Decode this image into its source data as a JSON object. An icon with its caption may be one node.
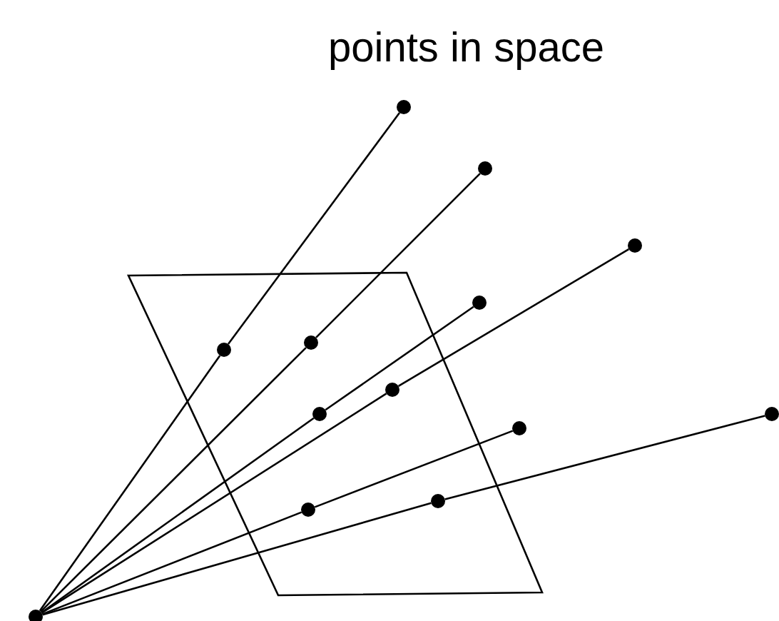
{
  "diagram": {
    "title": "points in space",
    "nodes": [
      {
        "text": [],
        "shape": "circle"
      },
      {
        "text": [],
        "shape": "circle"
      },
      {
        "text": [],
        "shape": "circle"
      },
      {
        "text": [],
        "shape": "circle"
      },
      {
        "text": [],
        "shape": "circle"
      },
      {
        "text": [],
        "shape": "circle"
      },
      {
        "text": [],
        "shape": "box"
      },
      {
        "text": [],
        "shape": "circle",
        "in": 6
      },
      {
        "text": [],
        "shape": "circle",
        "in": 6
      },
      {
        "text": [],
        "shape": "circle",
        "in": 6
      },
      {
        "text": [],
        "shape": "circle",
        "in": 6
      },
      {
        "text": [],
        "shape": "circle",
        "in": 6
      },
      {
        "text": [],
        "shape": "circle",
        "in": 6
      },
      {
        "text": [],
        "shape": "circle"
      }
    ],
    "edges": [
      {
        "from": 13,
        "to": 8,
        "arrow": "none"
      },
      {
        "from": 8,
        "to": 0,
        "arrow": "none"
      },
      {
        "from": 13,
        "to": 7,
        "arrow": "none"
      },
      {
        "from": 7,
        "to": 1,
        "arrow": "none"
      },
      {
        "from": 13,
        "to": 9,
        "arrow": "none"
      },
      {
        "from": 9,
        "to": 2,
        "arrow": "none"
      },
      {
        "from": 13,
        "to": 10,
        "arrow": "none"
      },
      {
        "from": 10,
        "to": 3,
        "arrow": "none"
      },
      {
        "from": 13,
        "to": 11,
        "arrow": "none"
      },
      {
        "from": 11,
        "to": 4,
        "arrow": "none"
      },
      {
        "from": 13,
        "to": 12,
        "arrow": "none"
      },
      {
        "from": 12,
        "to": 5,
        "arrow": "none"
      }
    ]
  }
}
